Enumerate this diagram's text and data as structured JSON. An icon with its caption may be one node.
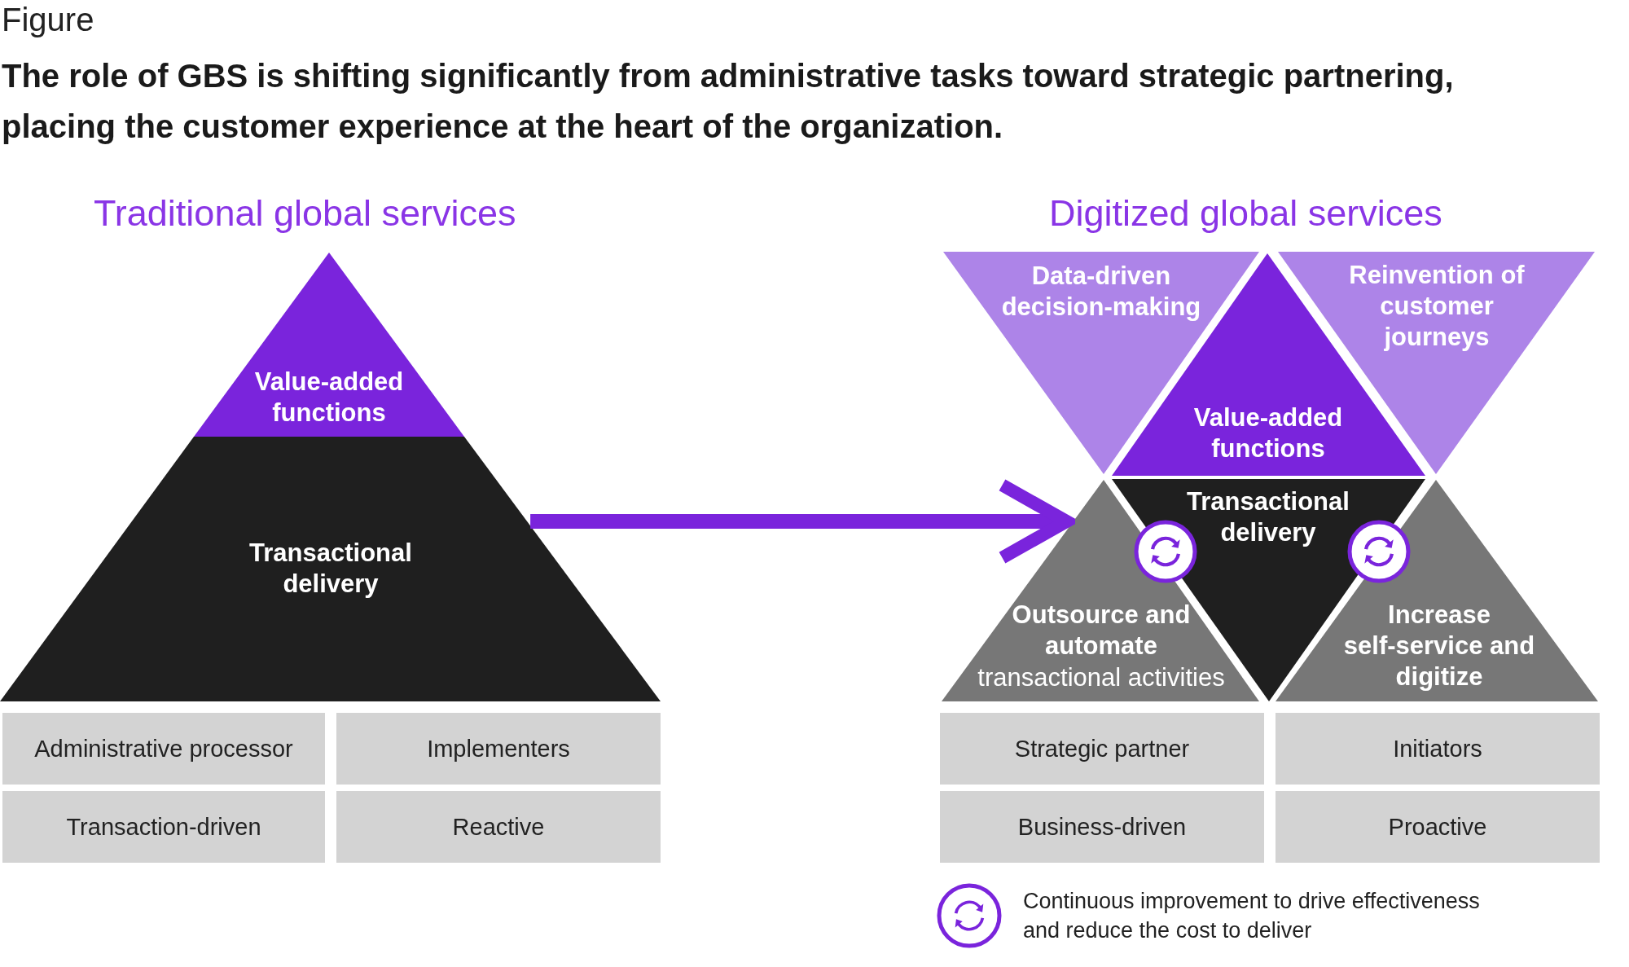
{
  "diagram": {
    "title": "The role of GBS is shifting significantly from administrative tasks toward strategic partnering, placing the customer experience at the heart of the organization.",
    "nodes": [
      {
        "text": [
          "Value-added functions"
        ]
      },
      {
        "text": [
          "Transactional delivery"
        ]
      },
      {
        "text": [
          "Administrative processor"
        ]
      },
      {
        "text": [
          "Implementers"
        ]
      },
      {
        "text": [
          "Transaction-driven"
        ]
      },
      {
        "text": [
          "Reactive"
        ]
      },
      {
        "text": [
          "Data-driven decision-making"
        ]
      },
      {
        "text": [
          "Value-added functions"
        ]
      },
      {
        "text": [
          "Reinvention of customer journeys"
        ]
      },
      {
        "text": [
          "Transactional delivery"
        ]
      },
      {
        "text": [
          "Outsource and automate",
          "transactional activities"
        ]
      },
      {
        "text": [
          "Increase self-service and digitize"
        ]
      },
      {
        "text": [
          "Strategic partner"
        ]
      },
      {
        "text": [
          "Initiators"
        ]
      },
      {
        "text": [
          "Business-driven"
        ]
      },
      {
        "text": [
          "Proactive"
        ]
      }
    ],
    "edges": [
      {
        "from": 1,
        "to": 10,
        "arrow": "to"
      }
    ],
    "labels": [
      "Figure",
      "Traditional global services",
      "Digitized global services"
    ],
    "legend": [
      {
        "text": "Continuous improvement to drive effectiveness and reduce the cost to deliver"
      }
    ]
  }
}
